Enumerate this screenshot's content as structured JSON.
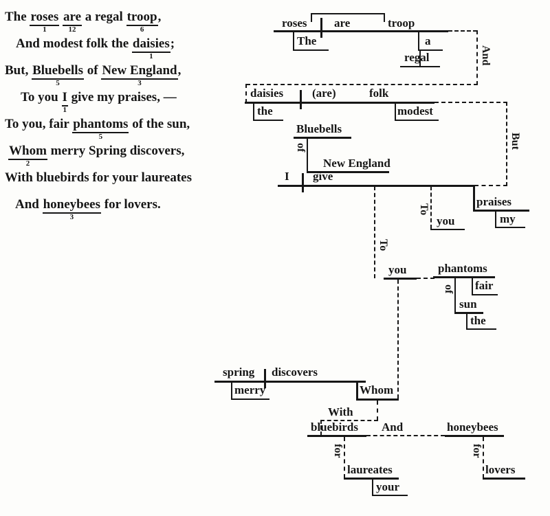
{
  "poem": {
    "lines": [
      {
        "segs": [
          {
            "t": "The "
          },
          {
            "t": "roses",
            "num": "1"
          },
          {
            "t": " "
          },
          {
            "t": "are",
            "num": "12"
          },
          {
            "t": " a regal "
          },
          {
            "t": "troop",
            "num": "6"
          },
          {
            "t": ","
          }
        ]
      },
      {
        "segs": [
          {
            "t": "And modest folk the "
          },
          {
            "t": "daisies",
            "num": "1"
          },
          {
            "t": ";"
          }
        ]
      },
      {
        "segs": [
          {
            "t": "But, "
          },
          {
            "t": "Bluebells",
            "num": "5"
          },
          {
            "t": " of "
          },
          {
            "t": "New England",
            "num": "3"
          },
          {
            "t": ","
          }
        ]
      },
      {
        "segs": [
          {
            "t": "To you "
          },
          {
            "t": "I",
            "num": "1"
          },
          {
            "t": " give my praises, —"
          }
        ]
      },
      {
        "segs": [
          {
            "t": "To you, fair "
          },
          {
            "t": "phantoms",
            "num": "5"
          },
          {
            "t": " of the sun,"
          }
        ]
      },
      {
        "segs": [
          {
            "t": "Whom",
            "num": "2"
          },
          {
            "t": " merry Spring discovers,"
          }
        ]
      },
      {
        "segs": [
          {
            "t": "With bluebirds for your laureates"
          }
        ]
      },
      {
        "segs": [
          {
            "t": "And "
          },
          {
            "t": "honeybees",
            "num": "3"
          },
          {
            "t": " for lovers."
          }
        ]
      }
    ]
  },
  "diagram": {
    "c1": {
      "subject": "roses",
      "verb": "are",
      "complement": "troop",
      "det": "The",
      "mod_a": "a",
      "mod_regal": "regal",
      "conj": "And"
    },
    "c2": {
      "subject": "daisies",
      "verb": "(are)",
      "complement": "folk",
      "det": "the",
      "mod": "modest",
      "conj": "But"
    },
    "apposition1": {
      "noun": "Bluebells",
      "prep": "of",
      "object": "New England"
    },
    "c3": {
      "subject": "I",
      "verb": "give",
      "object": "praises",
      "obj_mod": "my",
      "io_prep": "To",
      "io_object": "you"
    },
    "to_phrase": {
      "prep": "To",
      "object": "you",
      "appositive": "phantoms",
      "app_mod": "fair",
      "prep2": "of",
      "prep2_obj": "sun",
      "prep2_det": "the"
    },
    "c4": {
      "subject": "spring",
      "verb": "discovers",
      "mod": "merry",
      "object": "Whom"
    },
    "with_phrase": {
      "prep": "With",
      "object1": "bluebirds",
      "conj": "And",
      "object2": "honeybees",
      "prep_a": "for",
      "obj_a": "laureates",
      "obj_a_mod": "your",
      "prep_b": "for",
      "obj_b": "lovers"
    }
  }
}
